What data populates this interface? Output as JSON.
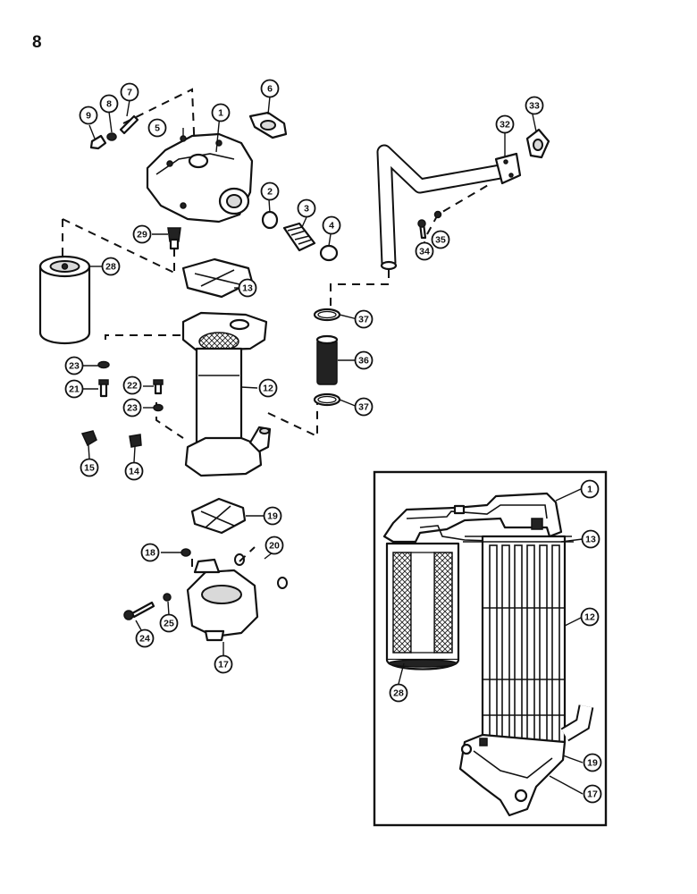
{
  "page_number": "8",
  "callouts": [
    {
      "name": "callout-1-head",
      "label": "1"
    },
    {
      "name": "callout-2",
      "label": "2"
    },
    {
      "name": "callout-3",
      "label": "3"
    },
    {
      "name": "callout-4",
      "label": "4"
    },
    {
      "name": "callout-5",
      "label": "5"
    },
    {
      "name": "callout-6",
      "label": "6"
    },
    {
      "name": "callout-7",
      "label": "7"
    },
    {
      "name": "callout-8",
      "label": "8"
    },
    {
      "name": "callout-9",
      "label": "9"
    },
    {
      "name": "callout-12",
      "label": "12"
    },
    {
      "name": "callout-13",
      "label": "13"
    },
    {
      "name": "callout-14",
      "label": "14"
    },
    {
      "name": "callout-15",
      "label": "15"
    },
    {
      "name": "callout-17",
      "label": "17"
    },
    {
      "name": "callout-18",
      "label": "18"
    },
    {
      "name": "callout-19",
      "label": "19"
    },
    {
      "name": "callout-20",
      "label": "20"
    },
    {
      "name": "callout-21",
      "label": "21"
    },
    {
      "name": "callout-22",
      "label": "22"
    },
    {
      "name": "callout-23-upper",
      "label": "23"
    },
    {
      "name": "callout-23-lower",
      "label": "23"
    },
    {
      "name": "callout-24",
      "label": "24"
    },
    {
      "name": "callout-25",
      "label": "25"
    },
    {
      "name": "callout-28",
      "label": "28"
    },
    {
      "name": "callout-29",
      "label": "29"
    },
    {
      "name": "callout-32",
      "label": "32"
    },
    {
      "name": "callout-33",
      "label": "33"
    },
    {
      "name": "callout-34",
      "label": "34"
    },
    {
      "name": "callout-35",
      "label": "35"
    },
    {
      "name": "callout-36",
      "label": "36"
    },
    {
      "name": "callout-37-upper",
      "label": "37"
    },
    {
      "name": "callout-37-lower",
      "label": "37"
    },
    {
      "name": "inset-callout-1",
      "label": "1"
    },
    {
      "name": "inset-callout-13",
      "label": "13"
    },
    {
      "name": "inset-callout-12",
      "label": "12"
    },
    {
      "name": "inset-callout-28",
      "label": "28"
    },
    {
      "name": "inset-callout-19",
      "label": "19"
    },
    {
      "name": "inset-callout-17",
      "label": "17"
    }
  ]
}
